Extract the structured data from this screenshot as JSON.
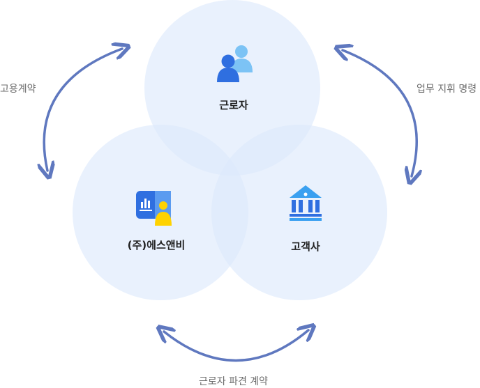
{
  "nodes": {
    "worker": {
      "label": "근로자"
    },
    "company": {
      "label": "(주)에스앤비"
    },
    "client": {
      "label": "고객사"
    }
  },
  "relations": {
    "employment": "고용계약",
    "work_direction": "업무 지휘 명령",
    "dispatch": "근로자 파견 계약"
  },
  "colors": {
    "circle_fill": "#dbe8fb",
    "arrow": "#5f78bf",
    "icon_blue": "#2f6fe0",
    "icon_light": "#7cc3f5",
    "icon_yellow": "#ffd200"
  }
}
